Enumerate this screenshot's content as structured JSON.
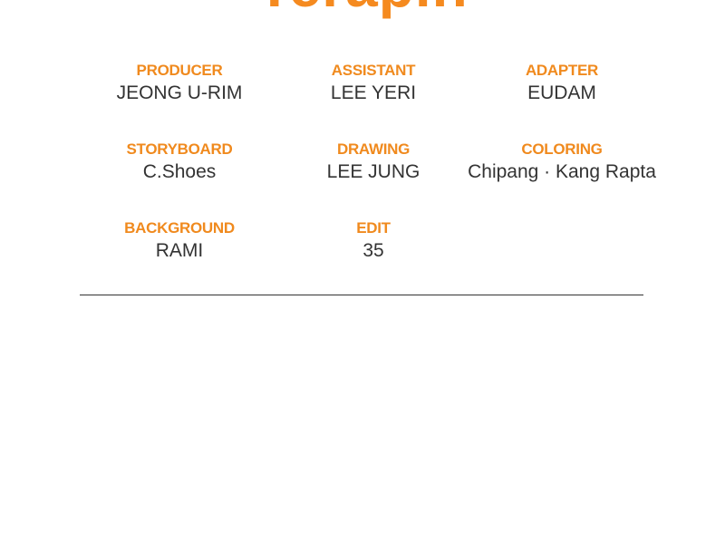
{
  "logo_text": "Terapin",
  "credits": [
    {
      "role": "PRODUCER",
      "name": "JEONG U-RIM"
    },
    {
      "role": "ASSISTANT",
      "name": "LEE YERI"
    },
    {
      "role": "ADAPTER",
      "name": "EUDAM"
    },
    {
      "role": "STORYBOARD",
      "name": "C.Shoes"
    },
    {
      "role": "DRAWING",
      "name": "LEE JUNG"
    },
    {
      "role": "COLORING",
      "name": "Chipang · Kang Rapta"
    },
    {
      "role": "BACKGROUND",
      "name": "RAMI"
    },
    {
      "role": "EDIT",
      "name": "35"
    }
  ],
  "colors": {
    "accent": "#f08a1e",
    "text": "#333333"
  }
}
